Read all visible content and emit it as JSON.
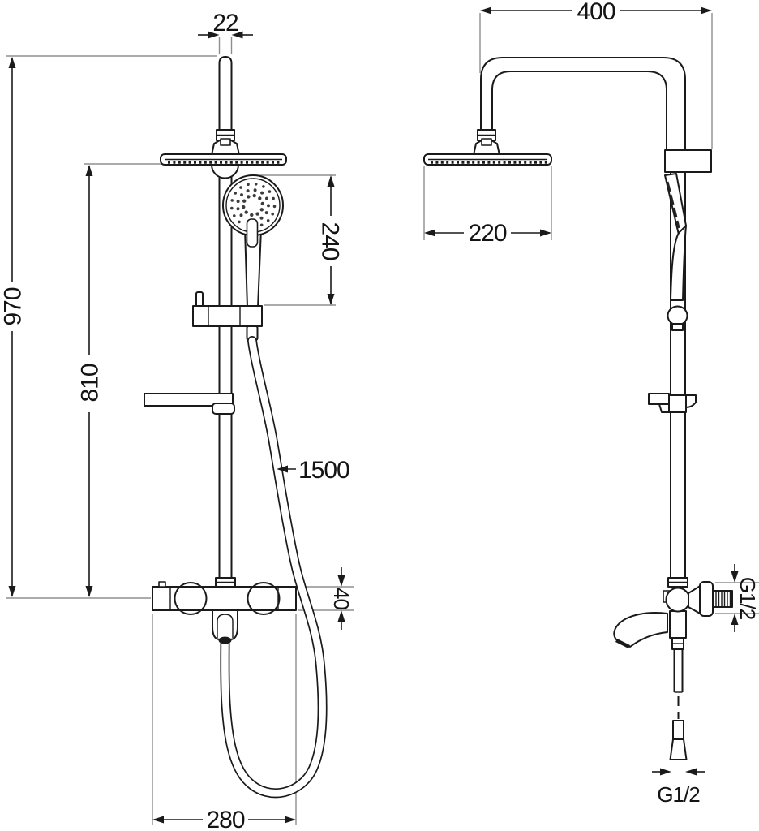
{
  "dimensions": {
    "front": {
      "head_pipe_width": "22",
      "total_height": "970",
      "rail_to_head_height": "810",
      "hand_shower_length": "240",
      "hose_length": "1500",
      "mixer_height": "40",
      "mixer_width": "280"
    },
    "side": {
      "arm_depth": "400",
      "head_diameter": "220",
      "wall_inlet_thread": "G1/2",
      "hose_outlet_thread": "G1/2"
    }
  },
  "colors": {
    "line": "#1a1a1a",
    "extension_line": "#8f8f8f",
    "background": "#ffffff"
  }
}
